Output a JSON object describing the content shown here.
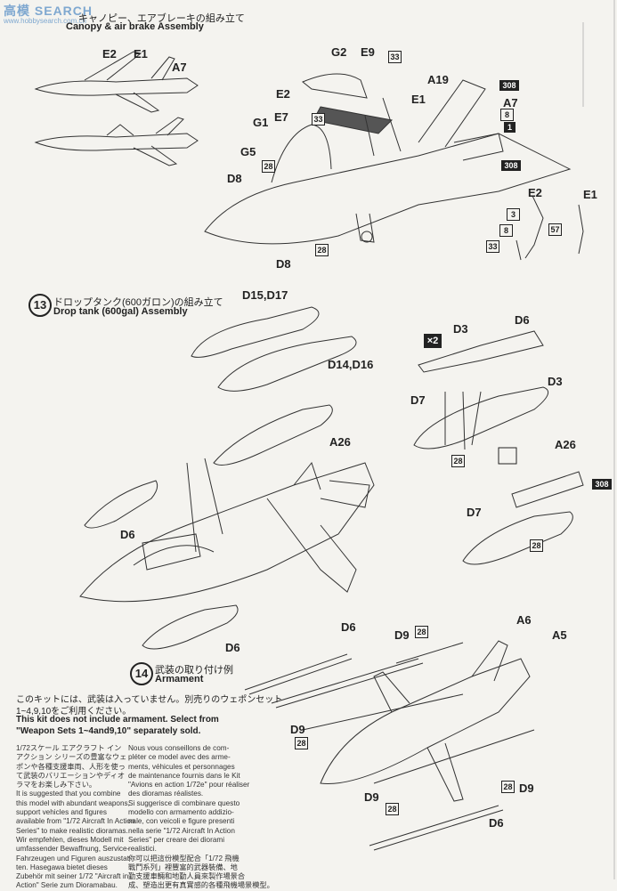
{
  "watermark": {
    "brand": "高模 SEARCH",
    "url": "www.hobbysearch.com.cn"
  },
  "step12": {
    "title_jp": "キャノピー、エアブレーキの組み立て",
    "title_en": "Canopy & air brake Assembly"
  },
  "step13": {
    "number": "13",
    "title_jp": "ドロップタンク(600ガロン)の組み立て",
    "title_en": "Drop tank (600gal) Assembly"
  },
  "step14": {
    "number": "14",
    "title_jp": "武装の取り付け例",
    "title_en": "Armament"
  },
  "note": {
    "jp": "このキットには、武装は入っていません。別売りのウェポンセット",
    "jp2": "1~4,9,10をご利用ください。",
    "en1": "This kit does not include armament. Select from",
    "en2": "\"Weapon Sets 1~4and9,10\" separately sold."
  },
  "footer": {
    "col1": "1/72スケール エアクラフト イン\nアクション シリーズの豊富なウェ\nポンや各種支援車両、人形を使っ\nて武装のバリエーションやディオ\nラマをお楽しみ下さい。\nIt is suggested that you combine\nthis model with abundant weapons,\nsupport vehicles and figures\navailable from \"1/72 Aircraft In Action\nSeries\" to make realistic dioramas.\nWir empfehlen, dieses Modell mit\numfassender Bewaffnung, Service-\nFahrzeugen und Figuren auszustat-\nten. Hasegawa bietet dieses\nZubehör mit seiner 1/72 \"Aircraft in\nAction\" Serie zum Dioramabau.",
    "col2": "Nous vous conseillons de com-\npléter ce model avec des arme-\nments, véhicules et personnages\nde maintenance fournis dans le Kit\n\"Avions en action 1/72e\" pour réaliser\ndes dioramas réalistes.\nSi suggerisce di combinare questo\nmodello con armamento addizio-\nnale, con veicoli e figure presenti\nnella serie \"1/72 Aircraft In Action\nSeries\" per creare dei diorami\nrealistici.\n你可以把這份模型配合「1/72 飛機\n戰鬥系列」裡豐富的武器裝備、地\n勤支援車輛和地勤人員來製作場景合\n成、塑造出更有真實感的各種飛機場景模型。"
  },
  "labels": {
    "s12": [
      "E2",
      "E1",
      "A7",
      "G2",
      "E9",
      "A19",
      "E2",
      "E1",
      "A7",
      "G1",
      "E7",
      "G5",
      "D8",
      "D8",
      "E2",
      "E1"
    ],
    "s13": [
      "D15,D17",
      "D14,D16",
      "D3",
      "D6",
      "D3",
      "D7",
      "A26",
      "D6",
      "D6",
      "A26",
      "D7"
    ],
    "s14": [
      "D6",
      "A6",
      "A5",
      "D9",
      "D9",
      "D9",
      "D9",
      "D6"
    ]
  },
  "part_numbers": {
    "n33a": "33",
    "n308a": "308",
    "n8a": "8",
    "n1": "1",
    "n308b": "308",
    "n33b": "33",
    "n28a": "28",
    "n28b": "28",
    "n3": "3",
    "n8b": "8",
    "n33c": "33",
    "n57": "57",
    "n308c": "308",
    "n28c": "28",
    "n28d": "28",
    "n28e": "28",
    "n28f": "28",
    "n28g": "28",
    "n28h": "28"
  },
  "badge_x2": "×2",
  "colors": {
    "paper": "#f4f3ef",
    "ink": "#222222",
    "watermark": "#7fa8d0"
  }
}
